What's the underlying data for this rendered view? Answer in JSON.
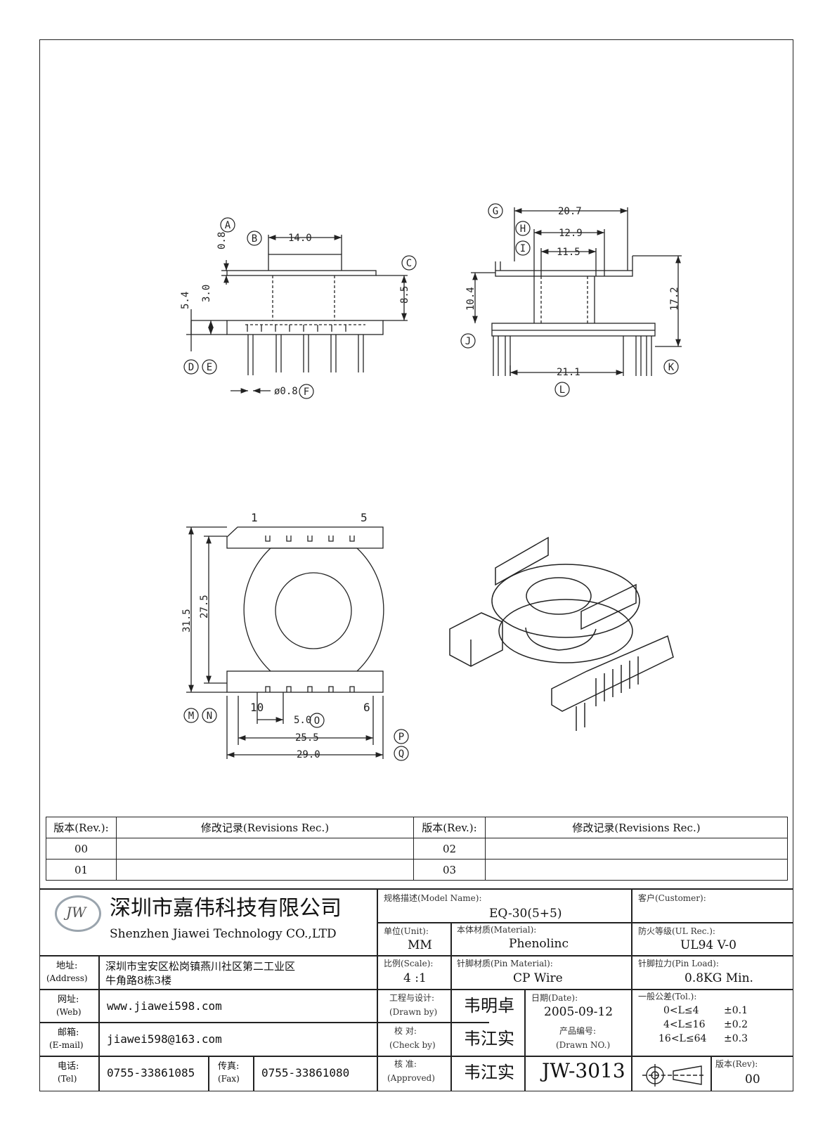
{
  "drawing": {
    "top_view": {
      "dims": {
        "A": "0.8",
        "B": "14.0",
        "C": "8.5",
        "D": "5.4",
        "E": "3.0",
        "F": "ø0.8"
      },
      "callouts": [
        "A",
        "B",
        "C",
        "D",
        "E",
        "F"
      ]
    },
    "side_view": {
      "dims": {
        "G": "20.7",
        "H": "12.9",
        "I": "11.5",
        "J": "10.4",
        "K": "17.2",
        "L": "21.1"
      },
      "callouts": [
        "G",
        "H",
        "I",
        "J",
        "K",
        "L"
      ]
    },
    "bottom_view": {
      "dims": {
        "M": "31.5",
        "N": "27.5",
        "O": "5.0",
        "P": "25.5",
        "Q": "29.0"
      },
      "callouts": [
        "M",
        "N",
        "O",
        "P",
        "Q"
      ],
      "pin_labels": {
        "p1": "1",
        "p5": "5",
        "p10": "10",
        "p6": "6"
      }
    }
  },
  "revisions": {
    "header_rev": "版本(Rev.):",
    "header_rec": "修改记录(Revisions Rec.)",
    "rows": [
      {
        "left": "00",
        "right": "02"
      },
      {
        "left": "01",
        "right": "03"
      }
    ]
  },
  "title_block": {
    "logo_text": "JW",
    "company_cn": "深圳市嘉伟科技有限公司",
    "company_en": "Shenzhen Jiawei Technology CO.,LTD",
    "address_label": "地址:",
    "address_label_en": "(Address)",
    "address_line1": "深圳市宝安区松岗镇燕川社区第二工业区",
    "address_line2": "牛角路8栋3楼",
    "web_label": "网址:",
    "web_label_en": "(Web)",
    "web": "www.jiawei598.com",
    "email_label": "邮箱:",
    "email_label_en": "(E-mail)",
    "email": "jiawei598@163.com",
    "tel_label": "电话:",
    "tel_label_en": "(Tel)",
    "tel": "0755-33861085",
    "fax_label": "传真:",
    "fax_label_en": "(Fax)",
    "fax": "0755-33861080",
    "model_label": "规格描述(Model Name):",
    "model": "EQ-30(5+5)",
    "customer_label": "客户(Customer):",
    "customer": "",
    "unit_label": "单位(Unit):",
    "unit": "MM",
    "material_label": "本体材质(Material):",
    "material": "Phenolinc",
    "ul_label": "防火等级(UL Rec.):",
    "ul": "UL94 V-0",
    "scale_label": "比例(Scale):",
    "scale": "4 :1",
    "pin_material_label": "针脚材质(Pin Material):",
    "pin_material": "CP Wire",
    "pin_load_label": "针脚拉力(Pin Load):",
    "pin_load": "0.8KG Min.",
    "drawn_label": "工程与设计:",
    "drawn_label_en": "(Drawn by)",
    "drawn": "韦明卓",
    "date_label": "日期(Date):",
    "date": "2005-09-12",
    "check_label": "校  对:",
    "check_label_en": "(Check by)",
    "check": "韦江实",
    "drawing_no_label": "产品编号:",
    "drawing_no_label_en": "(Drawn NO.)",
    "approved_label": "核  准:",
    "approved_label_en": "(Approved)",
    "approved": "韦江实",
    "drawing_no": "JW-3013",
    "tol_label": "一般公差(Tol.):",
    "tol": [
      {
        "range": "0<L≤4",
        "value": "±0.1"
      },
      {
        "range": "4<L≤16",
        "value": "±0.2"
      },
      {
        "range": "16<L≤64",
        "value": "±0.3"
      }
    ],
    "rev_label": "版本(Rev):",
    "rev": "00"
  }
}
